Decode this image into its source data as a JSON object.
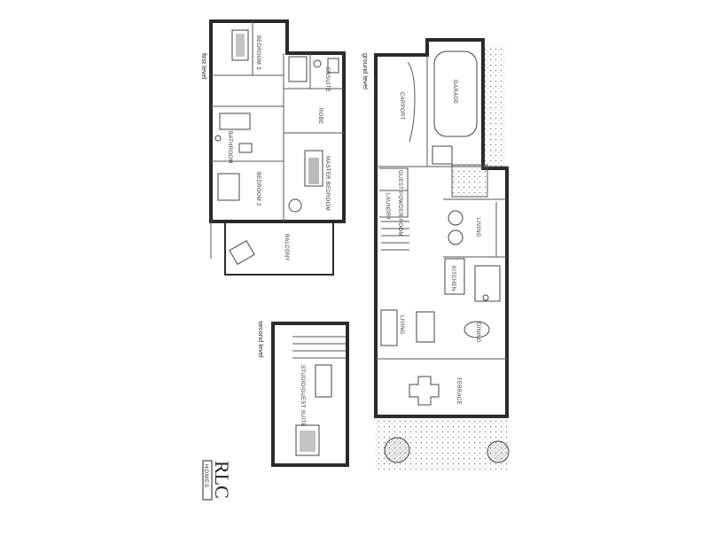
{
  "levels": {
    "first": "first level",
    "ground": "ground level",
    "second": "second level"
  },
  "rooms": {
    "bedroom3": "BEDROOM 3",
    "ensuite": "ENSUITE",
    "robe": "ROBE",
    "bathroom": "BATHROOM",
    "master": "MASTER BEDROOM",
    "bedroom2": "BEDROOM 2",
    "balcony": "BALCONY",
    "garage": "GARAGE",
    "carport": "CARPORT",
    "guest": "GUEST POWDER ROOM",
    "laundry": "LAUNDRY",
    "living1": "LIVING",
    "kitchen": "KITCHEN",
    "living2": "LIVING",
    "dining": "DINING",
    "terrace": "TERRACE",
    "studio": "STUDIO/GUEST SUITE"
  },
  "logo": {
    "main": "RLC",
    "sub": "HOMES"
  }
}
